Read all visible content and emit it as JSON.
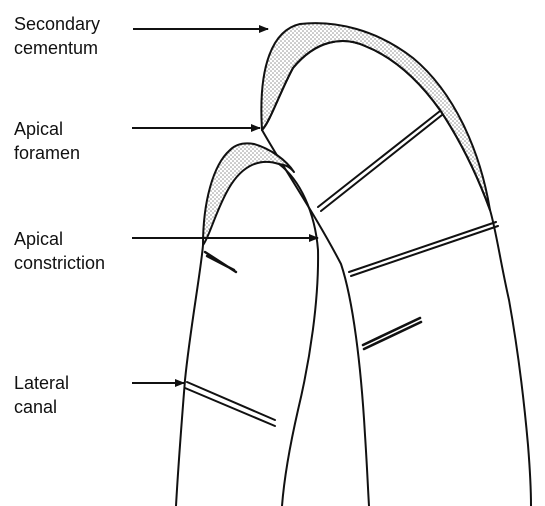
{
  "labels": {
    "secondary_cementum": {
      "line1": "Secondary",
      "line2": "cementum"
    },
    "apical_foramen": {
      "line1": "Apical",
      "line2": "foramen"
    },
    "apical_constriction": {
      "line1": "Apical",
      "line2": "constriction"
    },
    "lateral_canal": {
      "line1": "Lateral",
      "line2": "canal"
    }
  },
  "colors": {
    "line": "#111111",
    "stipple": "#8a8a8a",
    "background": "#ffffff"
  }
}
